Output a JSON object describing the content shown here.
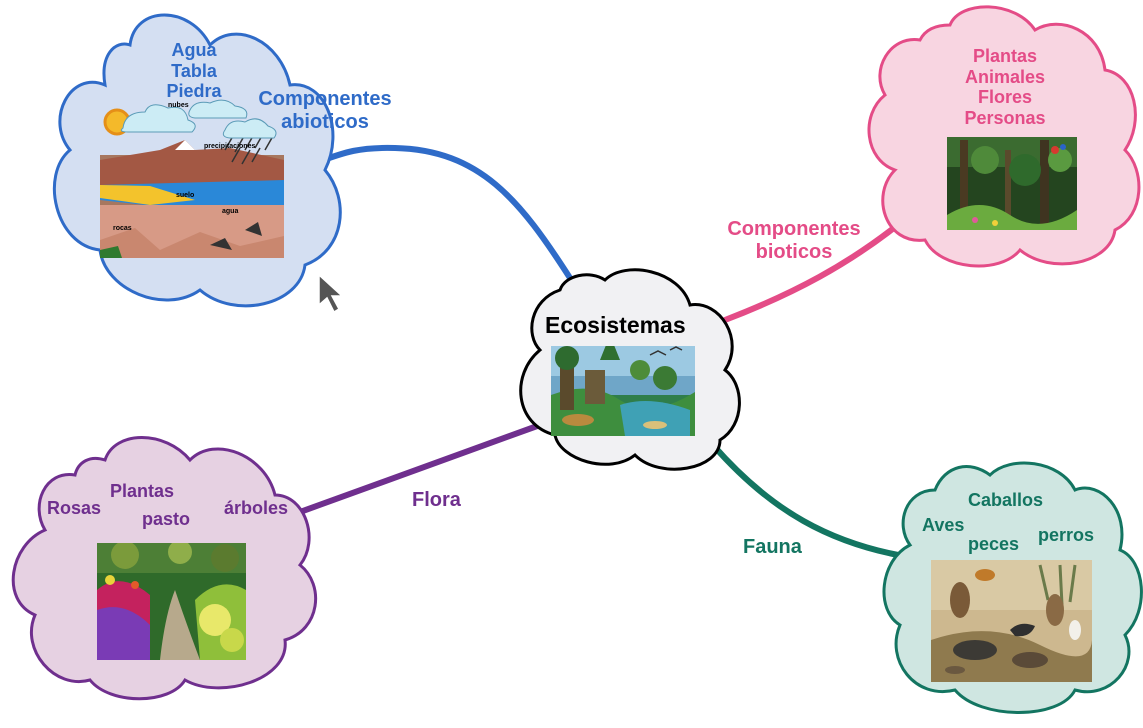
{
  "colors": {
    "abioticos": "#2f6bc8",
    "abioticos_fill": "#d4dff2",
    "bioticos": "#e44c87",
    "bioticos_fill": "#f8d5e1",
    "flora": "#6f2f8e",
    "flora_fill": "#e6d1e2",
    "fauna": "#137561",
    "fauna_fill": "#cfe6e1",
    "center_fill": "#f1f1f3",
    "center_stroke": "#000000"
  },
  "center": {
    "title": "Ecosistemas",
    "image": "ecosystem-illustration"
  },
  "branches": {
    "abioticos": {
      "label_line1": "Componentes",
      "label_line2": "abioticos",
      "items": [
        "Agua",
        "Tabla",
        "Piedra"
      ],
      "image": "water-cycle-diagram",
      "diagram_labels": {
        "nubes": "nubes",
        "precipitaciones": "precipitaciones",
        "suelo": "suelo",
        "agua": "agua",
        "rocas": "rocas"
      }
    },
    "bioticos": {
      "label_line1": "Componentes",
      "label_line2": "bioticos",
      "items": [
        "Plantas",
        "Animales",
        "Flores",
        "Personas"
      ],
      "image": "rainforest-photo"
    },
    "flora": {
      "label": "Flora",
      "items": [
        "Rosas",
        "Plantas",
        "pasto",
        "árboles"
      ],
      "image": "garden-photo"
    },
    "fauna": {
      "label": "Fauna",
      "items": [
        "Caballos",
        "Aves",
        "peces",
        "perros"
      ],
      "image": "animals-illustration"
    }
  }
}
